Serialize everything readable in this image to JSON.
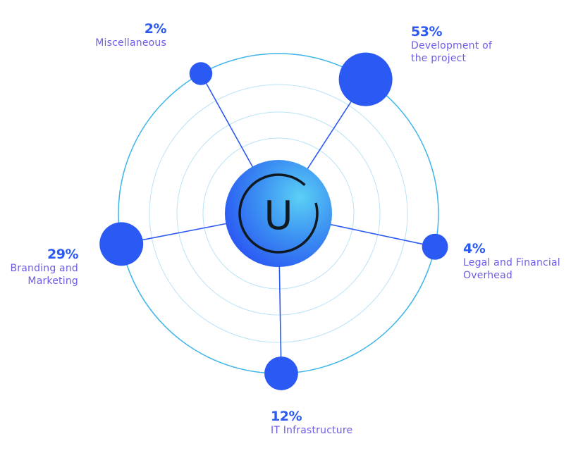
{
  "colors": {
    "accent": "#2b59f3",
    "label": "#6b5ce7",
    "outer_ring": "#3db4ea",
    "inner_rings": "#b9e3f6",
    "hub_light": "#5ad0f5",
    "hub_dark": "#2b59f3",
    "logo": "#101820"
  },
  "hub": {
    "logo_letter": "U"
  },
  "chart_data": {
    "type": "pie",
    "title": "",
    "unit": "%",
    "slices": [
      {
        "label": "Development of the project",
        "value": 53,
        "value_label": "53%"
      },
      {
        "label": "Legal and Financial Overhead",
        "value": 4,
        "value_label": "4%"
      },
      {
        "label": "IT Infrastructure",
        "value": 12,
        "value_label": "12%"
      },
      {
        "label": "Branding and Marketing",
        "value": 29,
        "value_label": "29%"
      },
      {
        "label": "Miscellaneous",
        "value": 2,
        "value_label": "2%"
      }
    ]
  },
  "labels": {
    "development": {
      "pct": "53%",
      "name": "Development of\nthe project"
    },
    "legal": {
      "pct": "4%",
      "name": "Legal and Financial\nOverhead"
    },
    "it": {
      "pct": "12%",
      "name": "IT Infrastructure"
    },
    "branding": {
      "pct": "29%",
      "name": "Branding and\nMarketing"
    },
    "misc": {
      "pct": "2%",
      "name": "Miscellaneous"
    }
  }
}
